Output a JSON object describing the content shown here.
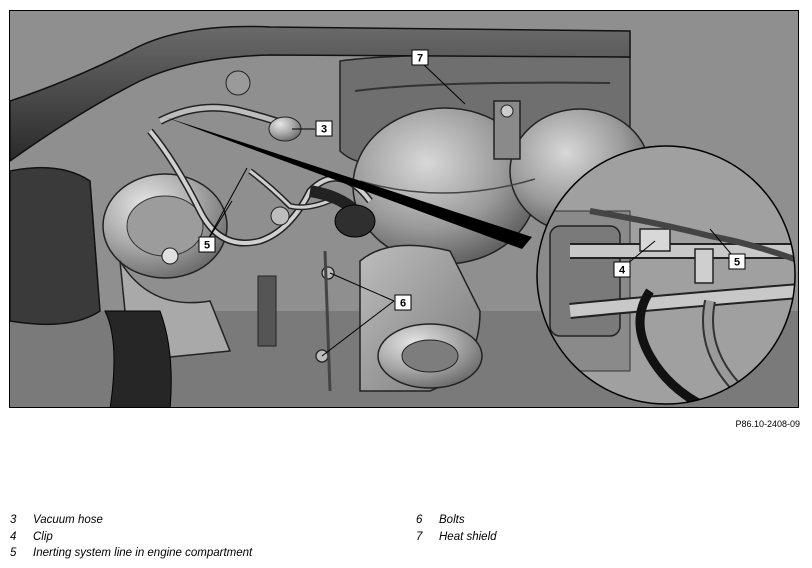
{
  "figure": {
    "id": "P86.10-2408-09",
    "callouts": {
      "c3": "3",
      "c4": "4",
      "c5a": "5",
      "c5b": "5",
      "c6": "6",
      "c7": "7"
    }
  },
  "legend": {
    "left": [
      {
        "num": "3",
        "text": "Vacuum hose"
      },
      {
        "num": "4",
        "text": "Clip"
      },
      {
        "num": "5",
        "text": "Inerting system line in engine compartment"
      }
    ],
    "right": [
      {
        "num": "6",
        "text": "Bolts"
      },
      {
        "num": "7",
        "text": "Heat shield"
      }
    ]
  }
}
